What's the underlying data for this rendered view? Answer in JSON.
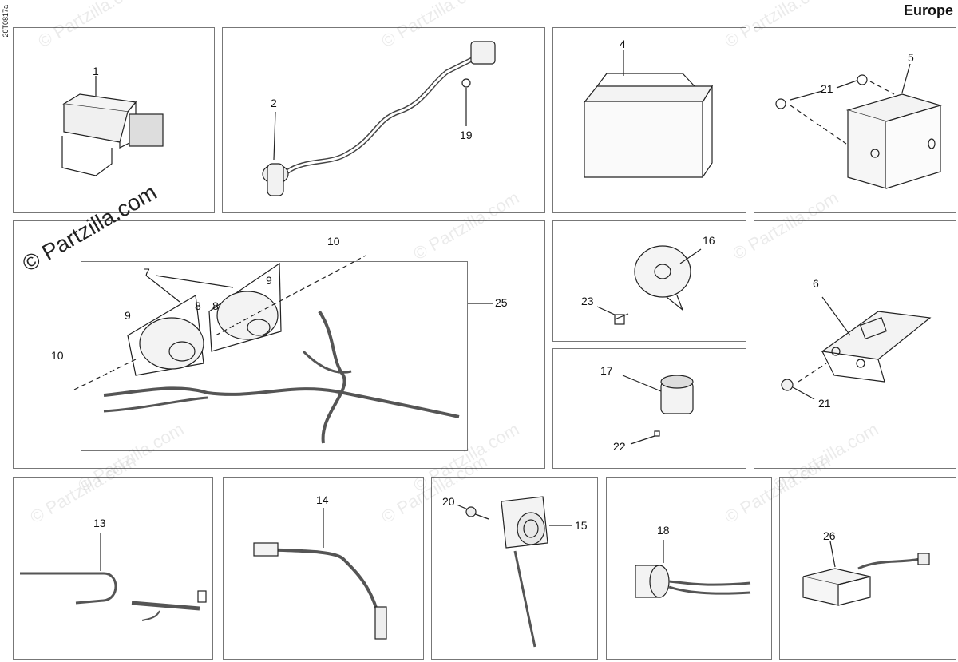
{
  "header": {
    "region": "Europe",
    "ref_code": "20T0817a"
  },
  "watermark": {
    "text": "© Partzilla.com"
  },
  "callouts": {
    "c1": "1",
    "c2": "2",
    "c4": "4",
    "c5": "5",
    "c6": "6",
    "c7": "7",
    "c8a": "8",
    "c8b": "8",
    "c9a": "9",
    "c9b": "9",
    "c10a": "10",
    "c10b": "10",
    "c13": "13",
    "c14": "14",
    "c15": "15",
    "c16": "16",
    "c17": "17",
    "c18": "18",
    "c19": "19",
    "c20": "20",
    "c21a": "21",
    "c21b": "21",
    "c22": "22",
    "c23": "23",
    "c25": "25",
    "c26": "26"
  }
}
